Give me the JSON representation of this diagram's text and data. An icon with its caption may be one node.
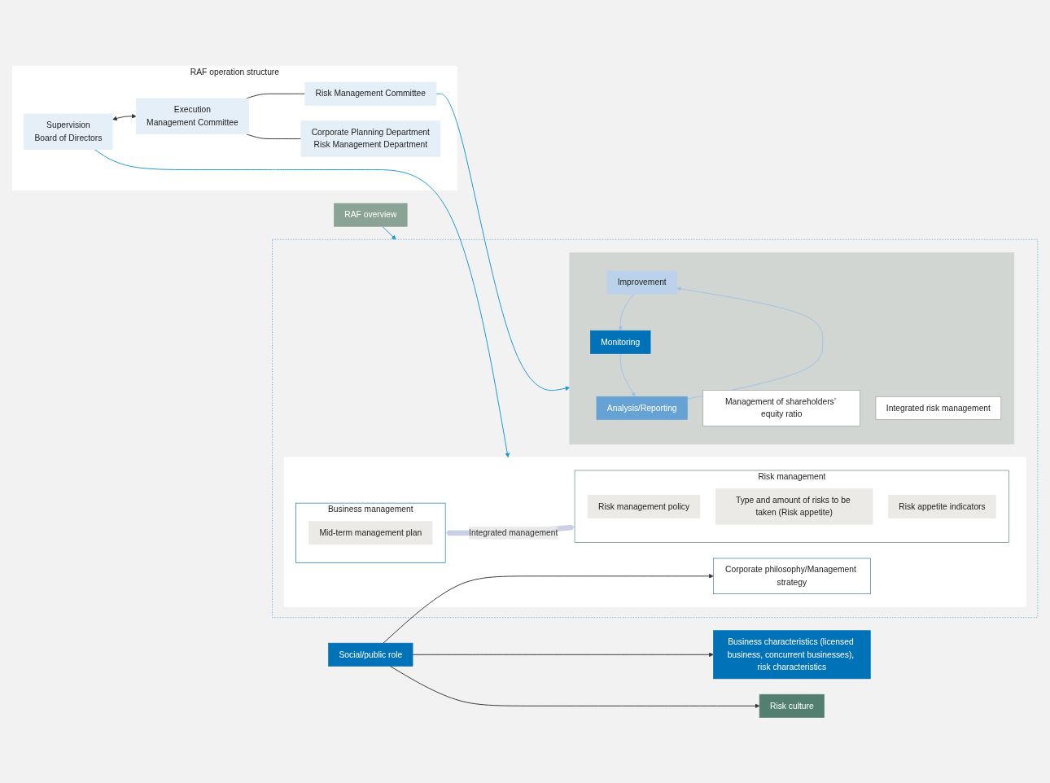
{
  "diagram": {
    "nodes": [
      {
        "text": [
          "RAF overview"
        ]
      },
      {
        "text": [
          "Social/public role"
        ]
      },
      {
        "text": [
          "Business characteristics (licensed business, concurrent businesses), risk characteristics"
        ]
      },
      {
        "text": [
          "Risk culture"
        ]
      },
      {
        "text": [
          "RAF operation structure"
        ]
      },
      {
        "text": [
          "Supervision",
          "Board of Directors"
        ],
        "in": 4
      },
      {
        "text": [
          "Execution",
          "Management Committee"
        ],
        "in": 4
      },
      {
        "text": [
          "Risk Management Committee"
        ],
        "in": 4
      },
      {
        "text": [
          "Corporate Planning Department",
          "Risk Management Department"
        ],
        "in": 4
      },
      {
        "text": [],
        "shape": "box"
      },
      {
        "text": [],
        "shape": "box",
        "in": 9
      },
      {
        "text": [
          "Corporate philosophy/Management strategy"
        ],
        "in": 10
      },
      {
        "text": [
          "Business management"
        ],
        "in": 10
      },
      {
        "text": [
          "Mid-term management plan"
        ],
        "in": 12
      },
      {
        "text": [
          "Risk management"
        ],
        "in": 10
      },
      {
        "text": [
          "Risk management policy"
        ],
        "in": 14
      },
      {
        "text": [
          "Type and amount of risks to be taken (Risk appetite)"
        ],
        "in": 14
      },
      {
        "text": [
          "Risk appetite indicators"
        ],
        "in": 14
      },
      {
        "text": [],
        "shape": "box",
        "in": 9
      },
      {
        "text": [
          "Improvement"
        ],
        "in": 18
      },
      {
        "text": [
          "Monitoring"
        ],
        "in": 18
      },
      {
        "text": [
          "Analysis/Reporting"
        ],
        "in": 18
      },
      {
        "text": [
          "Management of shareholders’ equity ratio"
        ],
        "in": 18
      },
      {
        "text": [
          "Integrated risk management"
        ],
        "in": 18
      }
    ],
    "edges": [
      {
        "from": 0,
        "to": 9,
        "arrow": "to",
        "color": "#1a96d4"
      },
      {
        "from": 1,
        "to": 2,
        "arrow": "to"
      },
      {
        "from": 1,
        "to": 3,
        "arrow": "to"
      },
      {
        "from": 1,
        "to": 11,
        "arrow": "to"
      },
      {
        "from": 5,
        "to": 10,
        "arrow": "to",
        "color": "#1a96d4"
      },
      {
        "from": 5,
        "to": 6,
        "arrow": "both"
      },
      {
        "from": 6,
        "to": 7,
        "arrow": "none"
      },
      {
        "from": 6,
        "to": 8,
        "arrow": "none"
      },
      {
        "from": 7,
        "to": 18,
        "arrow": "to",
        "color": "#1a96d4"
      },
      {
        "from": 12,
        "to": 14,
        "arrow": "both",
        "label": "Integrated management",
        "style": "thick",
        "color": "#c9cfe6"
      },
      {
        "from": 19,
        "to": 20,
        "arrow": "to",
        "color": "#9fc3e6"
      },
      {
        "from": 20,
        "to": 21,
        "arrow": "to",
        "color": "#9fc3e6"
      },
      {
        "from": 21,
        "to": 19,
        "arrow": "to",
        "color": "#9fc3e6"
      }
    ]
  }
}
